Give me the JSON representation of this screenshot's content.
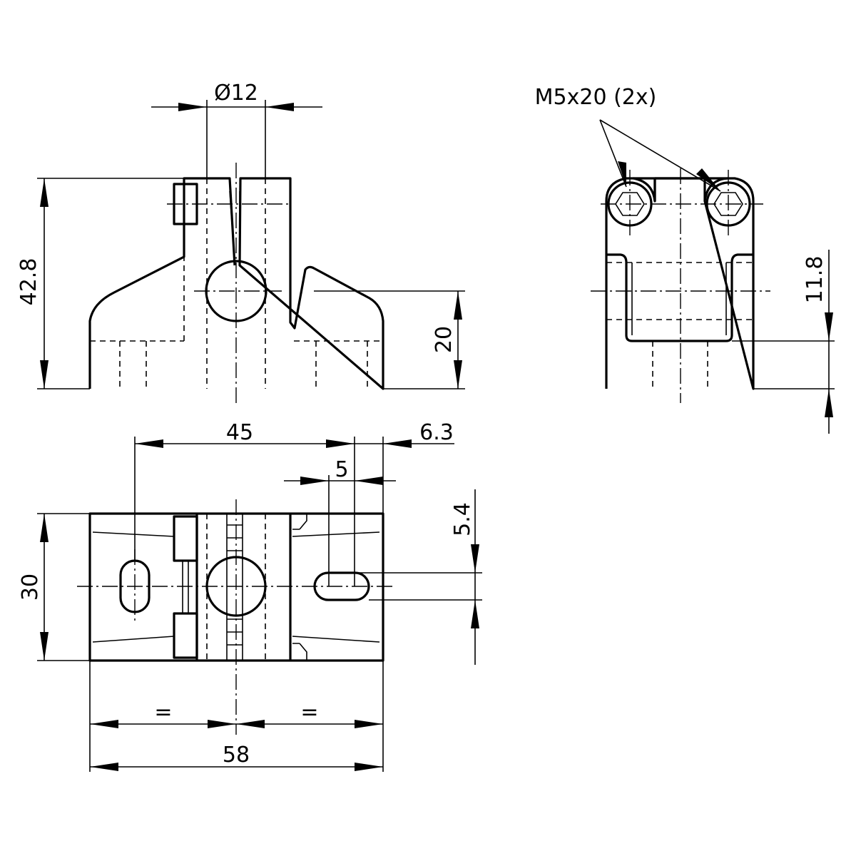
{
  "drawing": {
    "ink_color": "#000000",
    "paper_color": "#ffffff",
    "front_view": {
      "dim_diameter": "Ø12",
      "dim_height": "42.8",
      "dim_axis_height": "20"
    },
    "side_view": {
      "screw_callout": "M5x20 (2x)",
      "dim_slot_depth": "11.8"
    },
    "top_view": {
      "dim_hole_spacing": "45",
      "dim_edge_offset": "6.3",
      "dim_slot_length": "5",
      "dim_slot_width": "5.4",
      "dim_depth": "30",
      "dim_equal_left": "=",
      "dim_equal_right": "=",
      "dim_width": "58"
    }
  }
}
